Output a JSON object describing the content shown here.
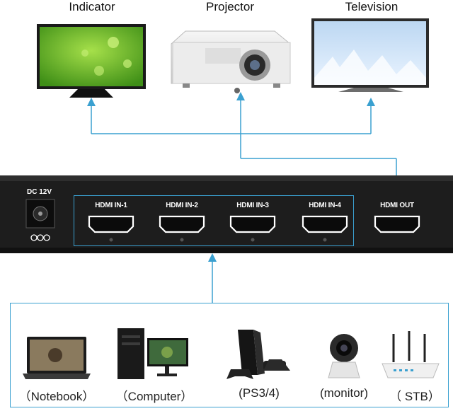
{
  "outputs": [
    {
      "label": "Indicator"
    },
    {
      "label": "Projector"
    },
    {
      "label": "Television"
    }
  ],
  "panel": {
    "power_label": "DC 12V",
    "inputs": [
      "HDMI IN-1",
      "HDMI IN-2",
      "HDMI IN-3",
      "HDMI IN-4"
    ],
    "output": "HDMI OUT"
  },
  "devices": [
    {
      "label": "（Notebook）"
    },
    {
      "label": "（Computer）"
    },
    {
      "label": "(PS3/4)"
    },
    {
      "label": "(monitor)"
    },
    {
      "label": "（ STB）"
    }
  ],
  "colors": {
    "connector": "#3aa0d0",
    "panel": "#1d1d1d",
    "port": "#ffffff"
  }
}
